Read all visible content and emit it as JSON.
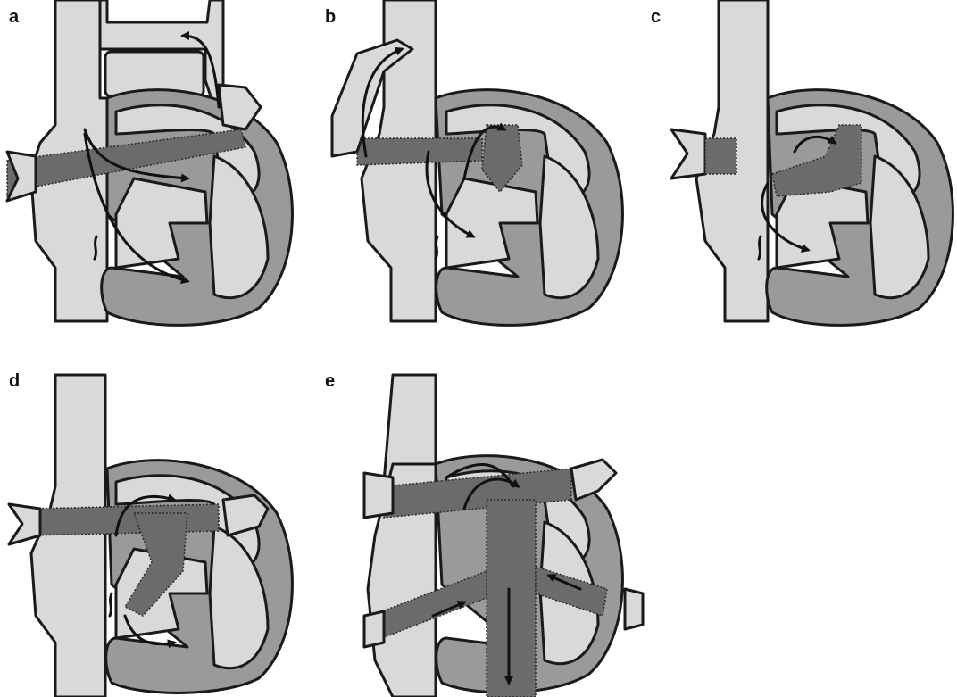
{
  "figure": {
    "panels": [
      {
        "label": "a"
      },
      {
        "label": "b"
      },
      {
        "label": "c"
      },
      {
        "label": "d"
      },
      {
        "label": "e"
      }
    ]
  },
  "colors": {
    "background": "#ffffff",
    "light_gray": "#d9d9d9",
    "mid_gray": "#9a9a9a",
    "dark_gray": "#6b6b6b",
    "outline": "#1a1a1a"
  }
}
